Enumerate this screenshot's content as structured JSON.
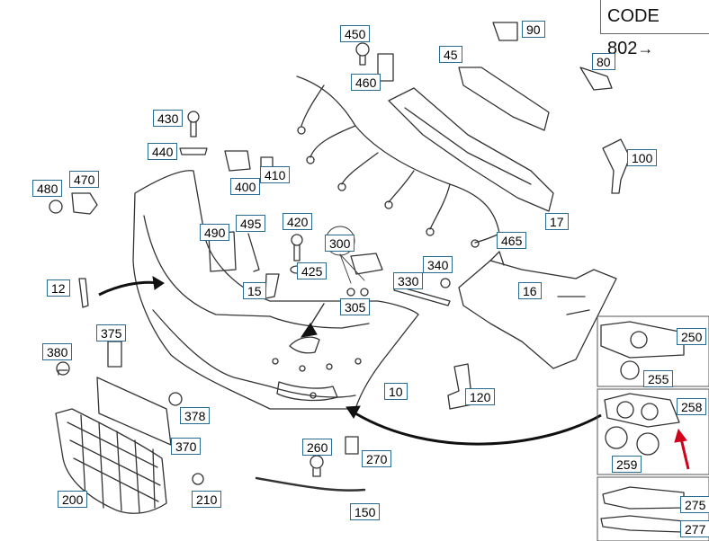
{
  "code_box": {
    "text": "CODE 802",
    "arrow_glyph": "→"
  },
  "part_numbers": {
    "p450": "450",
    "p90": "90",
    "p45": "45",
    "p460": "460",
    "p80": "80",
    "p430": "430",
    "p440": "440",
    "p100": "100",
    "p410": "410",
    "p400": "400",
    "p470": "470",
    "p480": "480",
    "p420": "420",
    "p495": "495",
    "p490": "490",
    "p17": "17",
    "p300": "300",
    "p465": "465",
    "p425": "425",
    "p340": "340",
    "p330": "330",
    "p12": "12",
    "p15": "15",
    "p305": "305",
    "p16": "16",
    "p375": "375",
    "p250": "250",
    "p380": "380",
    "p255": "255",
    "p10": "10",
    "p120": "120",
    "p378": "378",
    "p258": "258",
    "p370": "370",
    "p259": "259",
    "p260": "260",
    "p270": "270",
    "p200": "200",
    "p210": "210",
    "p150": "150",
    "p275": "275",
    "p277": "277"
  },
  "colors": {
    "label_border": "#2a6a8c",
    "line": "#333333",
    "highlight_arrow": "#d0021b"
  }
}
